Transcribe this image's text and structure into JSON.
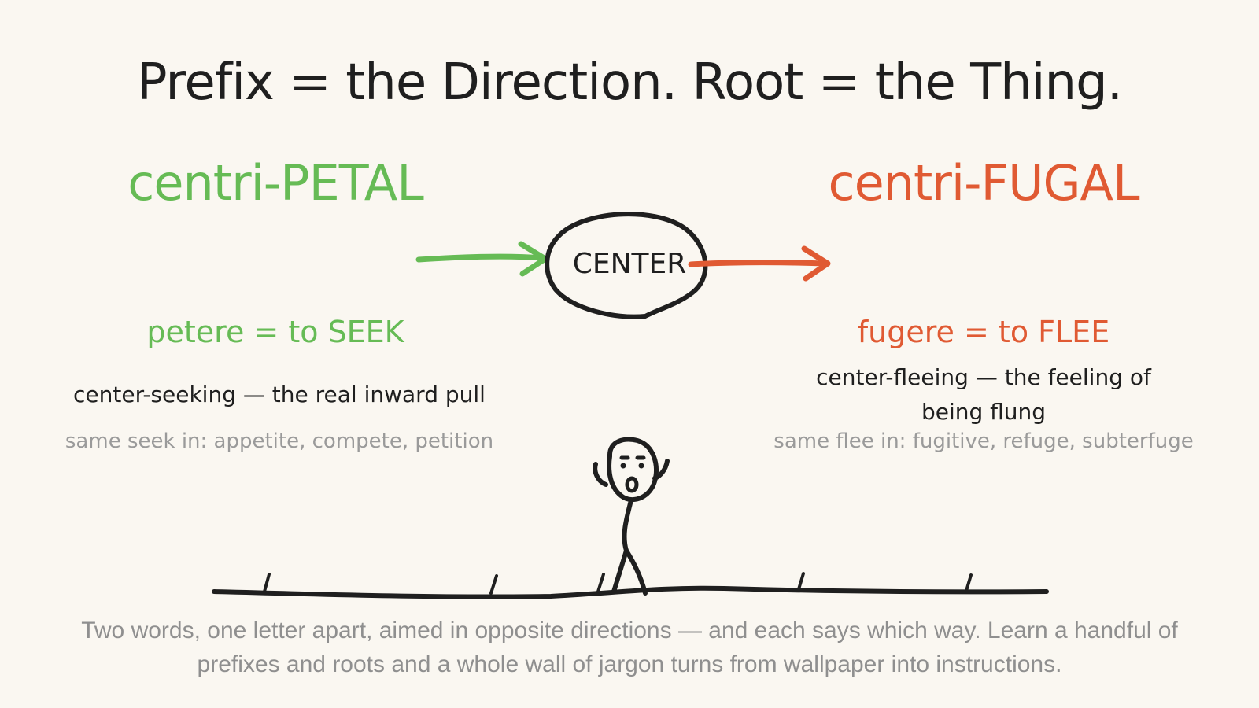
{
  "title": "Prefix = the Direction. Root = the Thing.",
  "left": {
    "word": "centri-PETAL",
    "root": "petere = to SEEK",
    "meaning": "center-seeking — the real inward pull",
    "examples": "same seek in: appetite, compete, petition"
  },
  "right": {
    "word": "centri-FUGAL",
    "root": "fugere = to FLEE",
    "meaning": "center-fleeing — the feeling of being flung",
    "examples": "same flee in: fugitive, refuge, subterfuge"
  },
  "center_label": "CENTER",
  "caption": "Two words, one letter apart, aimed in opposite directions — and each says which way. Learn a handful of prefixes and roots and a whole wall of jargon turns from wallpaper into instructions.",
  "colors": {
    "petal_green": "#66bb55",
    "fugal_orange": "#e05a33",
    "ink": "#1f1f1f",
    "muted": "#9a9a9a",
    "background": "#faf7f1"
  },
  "icons": [
    "inward-arrow-icon",
    "outward-arrow-icon",
    "center-blob-icon",
    "surprised-stick-figure-icon",
    "ground-line-icon"
  ]
}
